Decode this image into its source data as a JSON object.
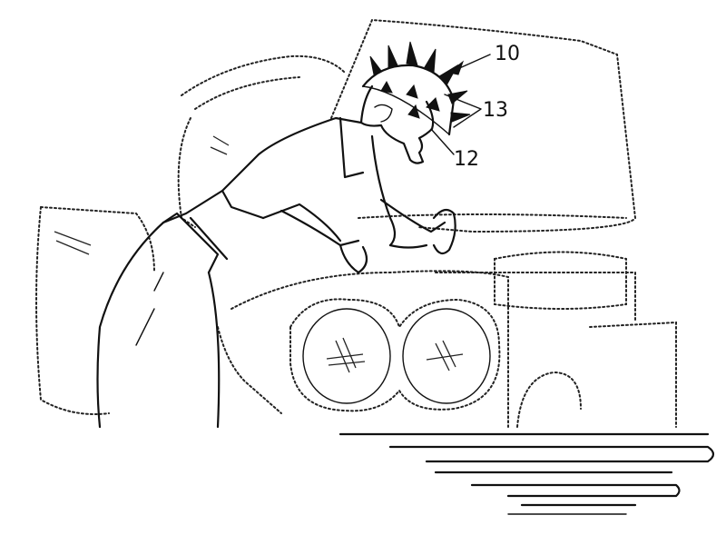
{
  "figure": {
    "labels": {
      "ref_10": "10",
      "ref_12": "12",
      "ref_13": "13"
    },
    "colors": {
      "ink": "#111111",
      "paper": "#ffffff"
    }
  }
}
